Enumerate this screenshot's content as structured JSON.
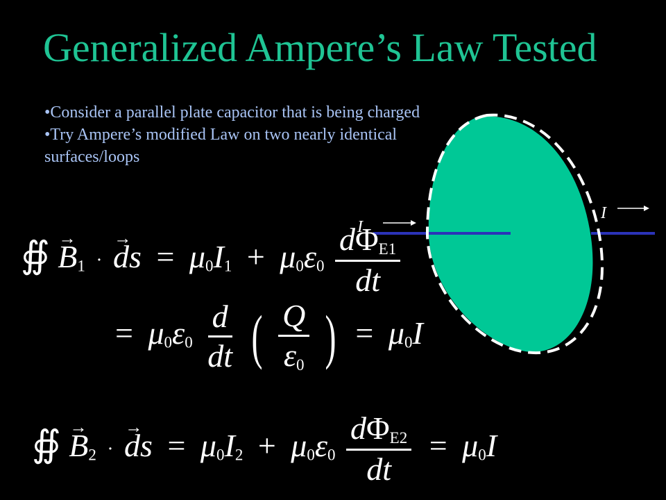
{
  "slide": {
    "title": "Generalized Ampere’s Law Tested",
    "bullets": [
      "Consider a parallel plate capacitor that is being charged",
      "Try Ampere’s modified Law on two nearly identical surfaces/loops"
    ]
  },
  "diagram": {
    "current_label_left": "I",
    "current_label_right": "I",
    "colors": {
      "surface": "#00c896",
      "wire": "#2b33b8",
      "loop": "#ffffff"
    }
  },
  "equations": {
    "eq1": {
      "lhs_oint": "∯",
      "lhs_B": "B",
      "lhs_B_sub": "1",
      "dot": "·",
      "lhs_ds": "ds",
      "eq": "=",
      "mu": "μ",
      "mu_sub": "0",
      "I": "I",
      "I_sub": "1",
      "plus": "+",
      "eps": "ε",
      "eps_sub": "0",
      "num_d": "d",
      "num_phi": "Φ",
      "num_sub": "E1",
      "den": "dt"
    },
    "eq2": {
      "eq": "=",
      "mu": "μ",
      "mu_sub": "0",
      "eps": "ε",
      "eps_sub": "0",
      "num": "d",
      "den": "dt",
      "lparen": "(",
      "q": "Q",
      "q_den": "ε",
      "q_den_sub": "0",
      "rparen": ")",
      "eq2": "=",
      "mu2": "μ",
      "mu2_sub": "0",
      "I": "I"
    },
    "eq3": {
      "lhs_oint": "∯",
      "lhs_B": "B",
      "lhs_B_sub": "2",
      "dot": "·",
      "lhs_ds": "ds",
      "eq": "=",
      "mu": "μ",
      "mu_sub": "0",
      "I": "I",
      "I_sub": "2",
      "plus": "+",
      "eps": "ε",
      "eps_sub": "0",
      "num_d": "d",
      "num_phi": "Φ",
      "num_sub": "E2",
      "den": "dt",
      "eq2": "=",
      "mu2": "μ",
      "mu2_sub": "0",
      "I2": "I"
    }
  }
}
